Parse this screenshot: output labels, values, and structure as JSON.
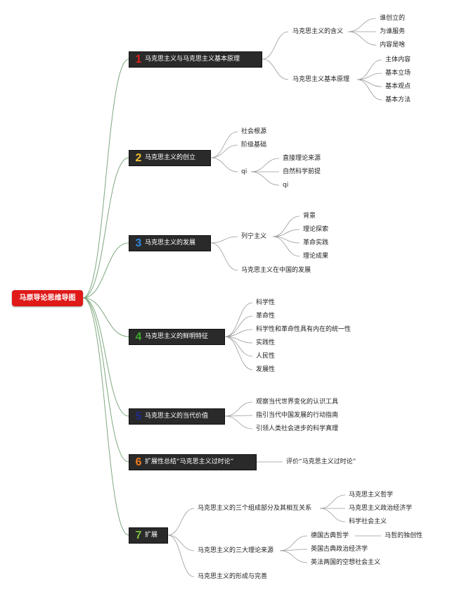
{
  "root": {
    "label": "马原导论思维导图"
  },
  "branches": [
    {
      "number": "1",
      "color": "#e0201c",
      "label": "马克思主义与马克思主义基本原理",
      "children": [
        {
          "label": "马克思主义的含义",
          "children": [
            "谁创立的",
            "为谁服务",
            "内容是啥"
          ]
        },
        {
          "label": "马克思主义基本原理",
          "children": [
            "主体内容",
            "基本立场",
            "基本观点",
            "基本方法"
          ]
        }
      ]
    },
    {
      "number": "2",
      "color": "#f2c230",
      "label": "马克思主义的创立",
      "children": [
        {
          "label": "社会根源"
        },
        {
          "label": "阶级基础"
        },
        {
          "label": "qi",
          "children": [
            "直接理论来源",
            "自然科学前提",
            "qi"
          ]
        }
      ]
    },
    {
      "number": "3",
      "color": "#2f8be0",
      "label": "马克思主义的发展",
      "children": [
        {
          "label": "列宁主义",
          "children": [
            "背景",
            "理论探索",
            "革命实践",
            "理论成果"
          ]
        },
        {
          "label": "马克思主义在中国的发展"
        }
      ]
    },
    {
      "number": "4",
      "color": "#3da82e",
      "label": "马克思主义的鲜明特征",
      "children": [
        {
          "label": "科学性"
        },
        {
          "label": "革命性"
        },
        {
          "label": "科学性和革命性具有内在的统一性"
        },
        {
          "label": "实践性"
        },
        {
          "label": "人民性"
        },
        {
          "label": "发展性"
        }
      ]
    },
    {
      "number": "5",
      "color": "#1f2a8c",
      "label": "马克思主义的当代价值",
      "children": [
        {
          "label": "观察当代世界变化的认识工具"
        },
        {
          "label": "指引当代中国发展的行动指南"
        },
        {
          "label": "引领人类社会进步的科学真理"
        }
      ]
    },
    {
      "number": "6",
      "color": "#f07a1c",
      "label": "扩展性总结“马克思主义过时论”",
      "children": [
        {
          "label": "评价“马克思主义过时论”"
        }
      ]
    },
    {
      "number": "7",
      "color": "#7bc142",
      "label": "扩展",
      "children": [
        {
          "label": "马克思主义的三个组成部分及其相互关系",
          "children": [
            "马克思主义哲学",
            "马克思主义政治经济学",
            "科学社会主义"
          ]
        },
        {
          "label": "马克思主义的三大理论来源",
          "children": [
            "德国古典哲学",
            "英国古典政治经济学",
            "英法两国的空想社会主义"
          ],
          "extra": "马哲的独创性"
        },
        {
          "label": "马克思主义的形成与完善"
        }
      ]
    }
  ]
}
